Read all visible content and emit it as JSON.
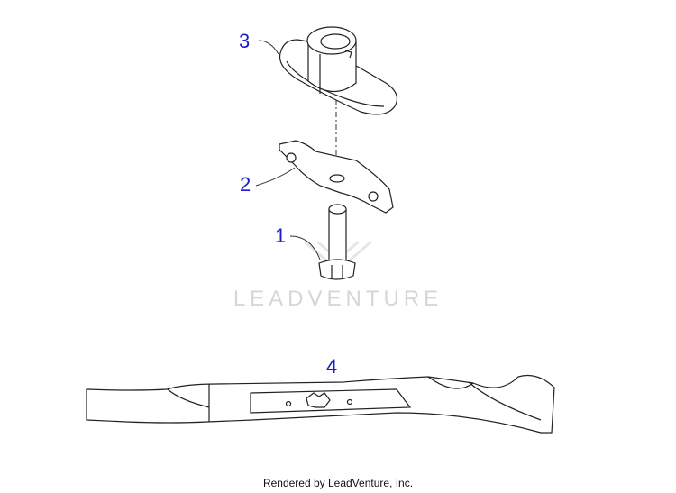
{
  "callouts": {
    "part_1": "1",
    "part_2": "2",
    "part_3": "3",
    "part_4": "4"
  },
  "watermark": "LEADVENTURE",
  "footer": "Rendered by LeadVenture, Inc.",
  "colors": {
    "callout": "#1c1ccc",
    "line": "#222222",
    "watermark": "#d6d6d6"
  }
}
